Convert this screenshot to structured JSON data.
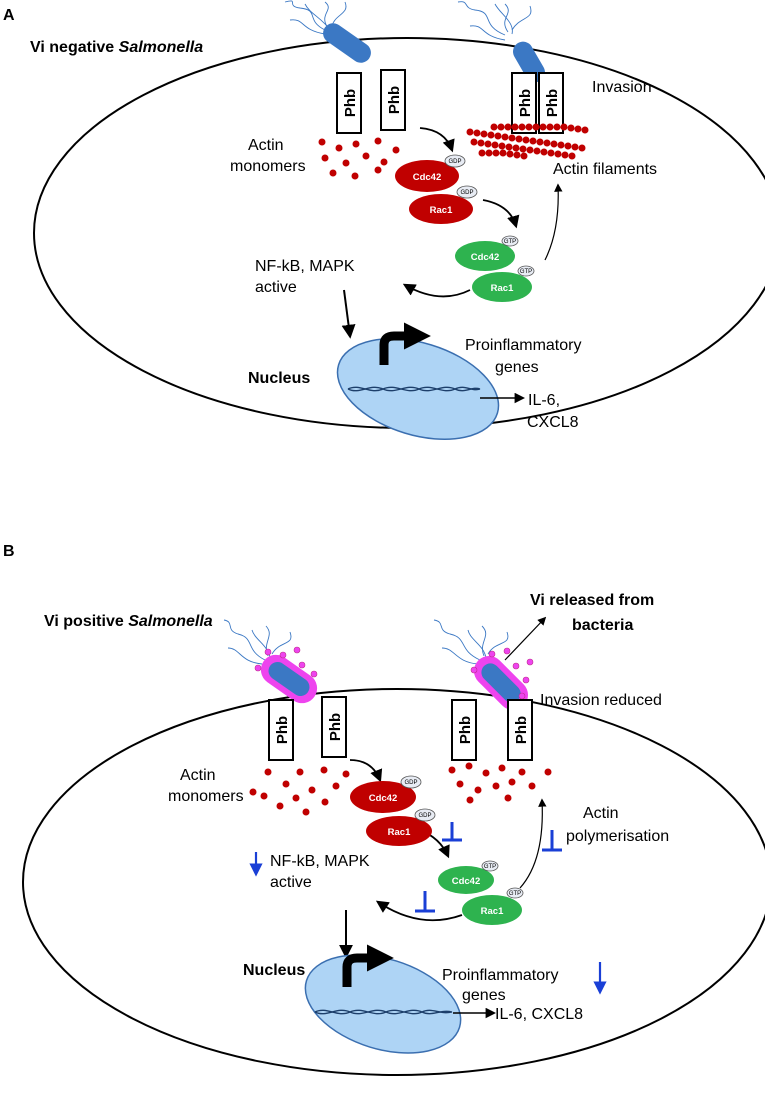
{
  "panelA": {
    "letter": "A",
    "title_prefix": "Vi negative ",
    "title_italic": "Salmonella",
    "phb": "Phb",
    "invasion": "Invasion",
    "actin_monomers": [
      "Actin",
      "monomers"
    ],
    "actin_filaments": "Actin filaments",
    "cdc42": "Cdc42",
    "rac1": "Rac1",
    "gdp": "GDP",
    "gtp": "GTP",
    "nfkb": [
      "NF-kB, MAPK",
      "active"
    ],
    "proinflammatory": [
      "Proinflammatory",
      "genes"
    ],
    "nucleus": "Nucleus",
    "cytokines": [
      "IL-6,",
      "CXCL8"
    ]
  },
  "panelB": {
    "letter": "B",
    "title_prefix": "Vi positive ",
    "title_italic": "Salmonella",
    "vi_released": [
      "Vi released from",
      "bacteria"
    ],
    "phb": "Phb",
    "invasion_reduced": "Invasion reduced",
    "actin_monomers": [
      "Actin",
      "monomers"
    ],
    "actin_polymerisation": [
      "Actin",
      "polymerisation"
    ],
    "cdc42": "Cdc42",
    "rac1": "Rac1",
    "gdp": "GDP",
    "gtp": "GTP",
    "nfkb": [
      "NF-kB, MAPK",
      "active"
    ],
    "proinflammatory": [
      "Proinflammatory",
      "genes"
    ],
    "nucleus": "Nucleus",
    "cytokines": "IL-6, CXCL8"
  },
  "colors": {
    "gdp_protein": "#c00000",
    "gtp_protein": "#2eb34f",
    "actin": "#c00000",
    "nucleus": "#aed4f5",
    "bacterium": "#3b78c4",
    "vi_capsule": "#ee44ee",
    "inhibition": "#1a3fd6"
  }
}
